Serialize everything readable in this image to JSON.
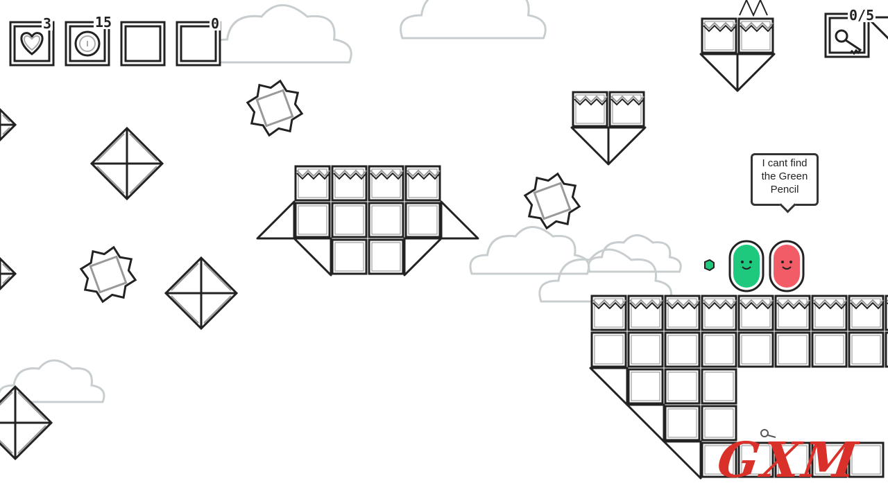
{
  "hud": {
    "lives": {
      "icon": "heart-icon",
      "count": "3"
    },
    "coins": {
      "icon": "coin-icon",
      "count": "15"
    },
    "slot3": {
      "icon": "empty-slot",
      "count": ""
    },
    "slot4": {
      "icon": "empty-slot",
      "count": "0"
    },
    "keys": {
      "icon": "key-icon",
      "count": "0/5"
    }
  },
  "speech_bubble": {
    "lines": [
      "I cant find",
      "the Green",
      "Pencil"
    ]
  },
  "characters": [
    {
      "name": "green-blob",
      "color": "#1ec97e"
    },
    {
      "name": "red-blob",
      "color": "#f25c66"
    }
  ],
  "pickup": {
    "color": "#1ec97e"
  },
  "watermark": "GXM",
  "colors": {
    "outline": "#222222",
    "cloud": "#c8cdd0",
    "watermark": "#d9302a"
  }
}
